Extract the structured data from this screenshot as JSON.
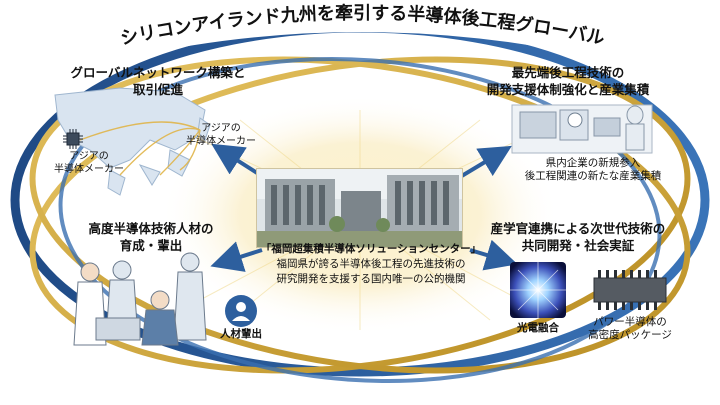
{
  "title": "新生シリコンアイランド九州を牽引する半導体後工程グローバル拠点",
  "colors": {
    "ring_blue": "#2d5f9e",
    "ring_gold": "#c9a33a",
    "title_text": "#111111",
    "sun_glow": "#f3d68a"
  },
  "quadrants": {
    "top_left": {
      "title_lines": [
        "グローバルネットワーク構築と",
        "取引促進"
      ],
      "labels": {
        "asia_manufacturers_left": [
          "アジアの",
          "半導体メーカー"
        ],
        "asia_manufacturers_right": [
          "アジアの",
          "半導体メーカー"
        ]
      }
    },
    "top_right": {
      "title_lines": [
        "最先端後工程技術の",
        "開発支援体制強化と産業集積"
      ],
      "caption_lines": [
        "県内企業の新規参入",
        "後工程関連の新たな産業集積"
      ]
    },
    "bottom_left": {
      "title_lines": [
        "高度半導体技術人材の",
        "育成・輩出"
      ],
      "badge_label": "人材輩出"
    },
    "bottom_right": {
      "title_lines": [
        "産学官連携による次世代技術の",
        "共同開発・社会実証"
      ],
      "item_left": "光電融合",
      "item_right_lines": [
        "パワー半導体の",
        "高密度パッケージ"
      ]
    }
  },
  "center": {
    "name": "「福岡超集積半導体ソリューションセンター」",
    "desc_lines": [
      "福岡県が誇る半導体後工程の先進技術の",
      "研究開発を支援する国内唯一の公的機関"
    ]
  },
  "icons": {
    "world_map": "asia-map-icon",
    "chip": "chip-icon",
    "lab": "cleanroom-lab-icon",
    "researchers": "researchers-illustration-icon",
    "person_badge": "person-badge-icon",
    "photonics": "photonics-chip-icon",
    "power_module": "power-module-icon",
    "building": "building-photo-icon"
  }
}
